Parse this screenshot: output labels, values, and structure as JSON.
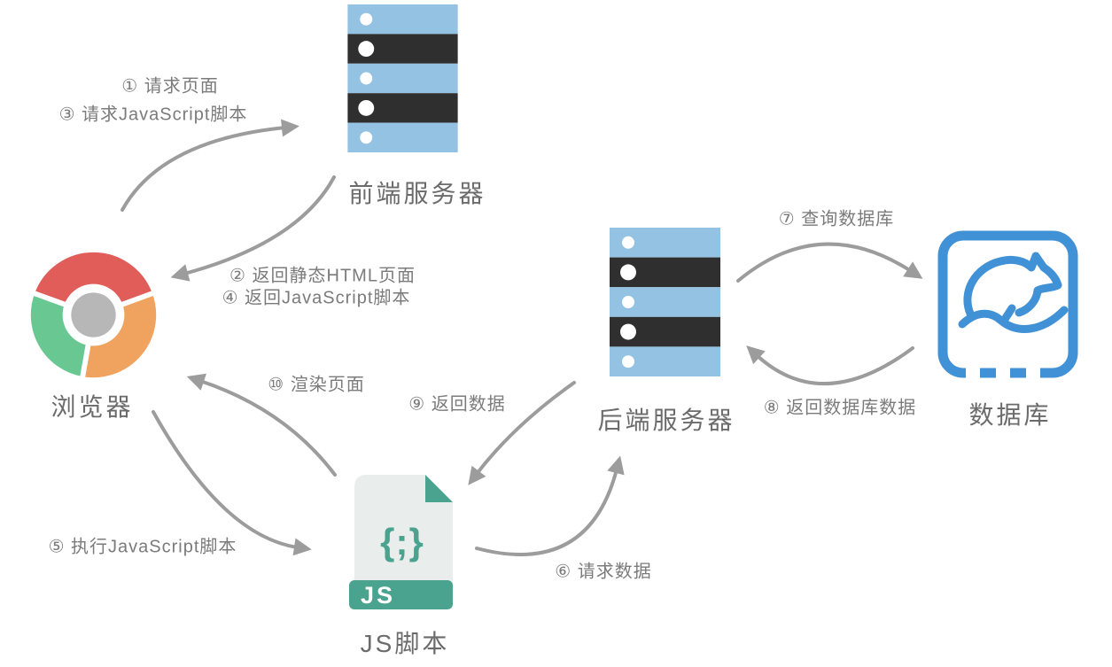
{
  "nodes": {
    "browser": {
      "label": "浏览器"
    },
    "frontend_server": {
      "label": "前端服务器"
    },
    "backend_server": {
      "label": "后端服务器"
    },
    "database": {
      "label": "数据库"
    },
    "js_script": {
      "label": "JS脚本",
      "file_badge": "JS",
      "file_glyph": "{;}"
    }
  },
  "flows": [
    {
      "step": "①",
      "text": "① 请求页面",
      "from": "browser",
      "to": "frontend_server"
    },
    {
      "step": "②",
      "text": "② 返回静态HTML页面",
      "from": "frontend_server",
      "to": "browser"
    },
    {
      "step": "③",
      "text": "③ 请求JavaScript脚本",
      "from": "browser",
      "to": "frontend_server"
    },
    {
      "step": "④",
      "text": "④ 返回JavaScript脚本",
      "from": "frontend_server",
      "to": "browser"
    },
    {
      "step": "⑤",
      "text": "⑤ 执行JavaScript脚本",
      "from": "browser",
      "to": "js_script"
    },
    {
      "step": "⑥",
      "text": "⑥ 请求数据",
      "from": "js_script",
      "to": "backend_server"
    },
    {
      "step": "⑦",
      "text": "⑦ 查询数据库",
      "from": "backend_server",
      "to": "database"
    },
    {
      "step": "⑧",
      "text": "⑧ 返回数据库数据",
      "from": "database",
      "to": "backend_server"
    },
    {
      "step": "⑨",
      "text": "⑨ 返回数据",
      "from": "backend_server",
      "to": "js_script"
    },
    {
      "step": "⑩",
      "text": "⑩ 渲染页面",
      "from": "js_script",
      "to": "browser"
    }
  ],
  "colors": {
    "server_blue": "#93c2e3",
    "server_dark": "#2f2f2f",
    "database_blue": "#4191d6",
    "js_teal": "#4aa38f",
    "js_doc_gray": "#e9edec",
    "chrome_red": "#e15d5a",
    "chrome_green": "#69c891",
    "chrome_orange": "#f0a35e",
    "chrome_center_gray": "#b7b7b7",
    "arrow_gray": "#9c9c9c",
    "label_gray": "#7b7b7b"
  }
}
